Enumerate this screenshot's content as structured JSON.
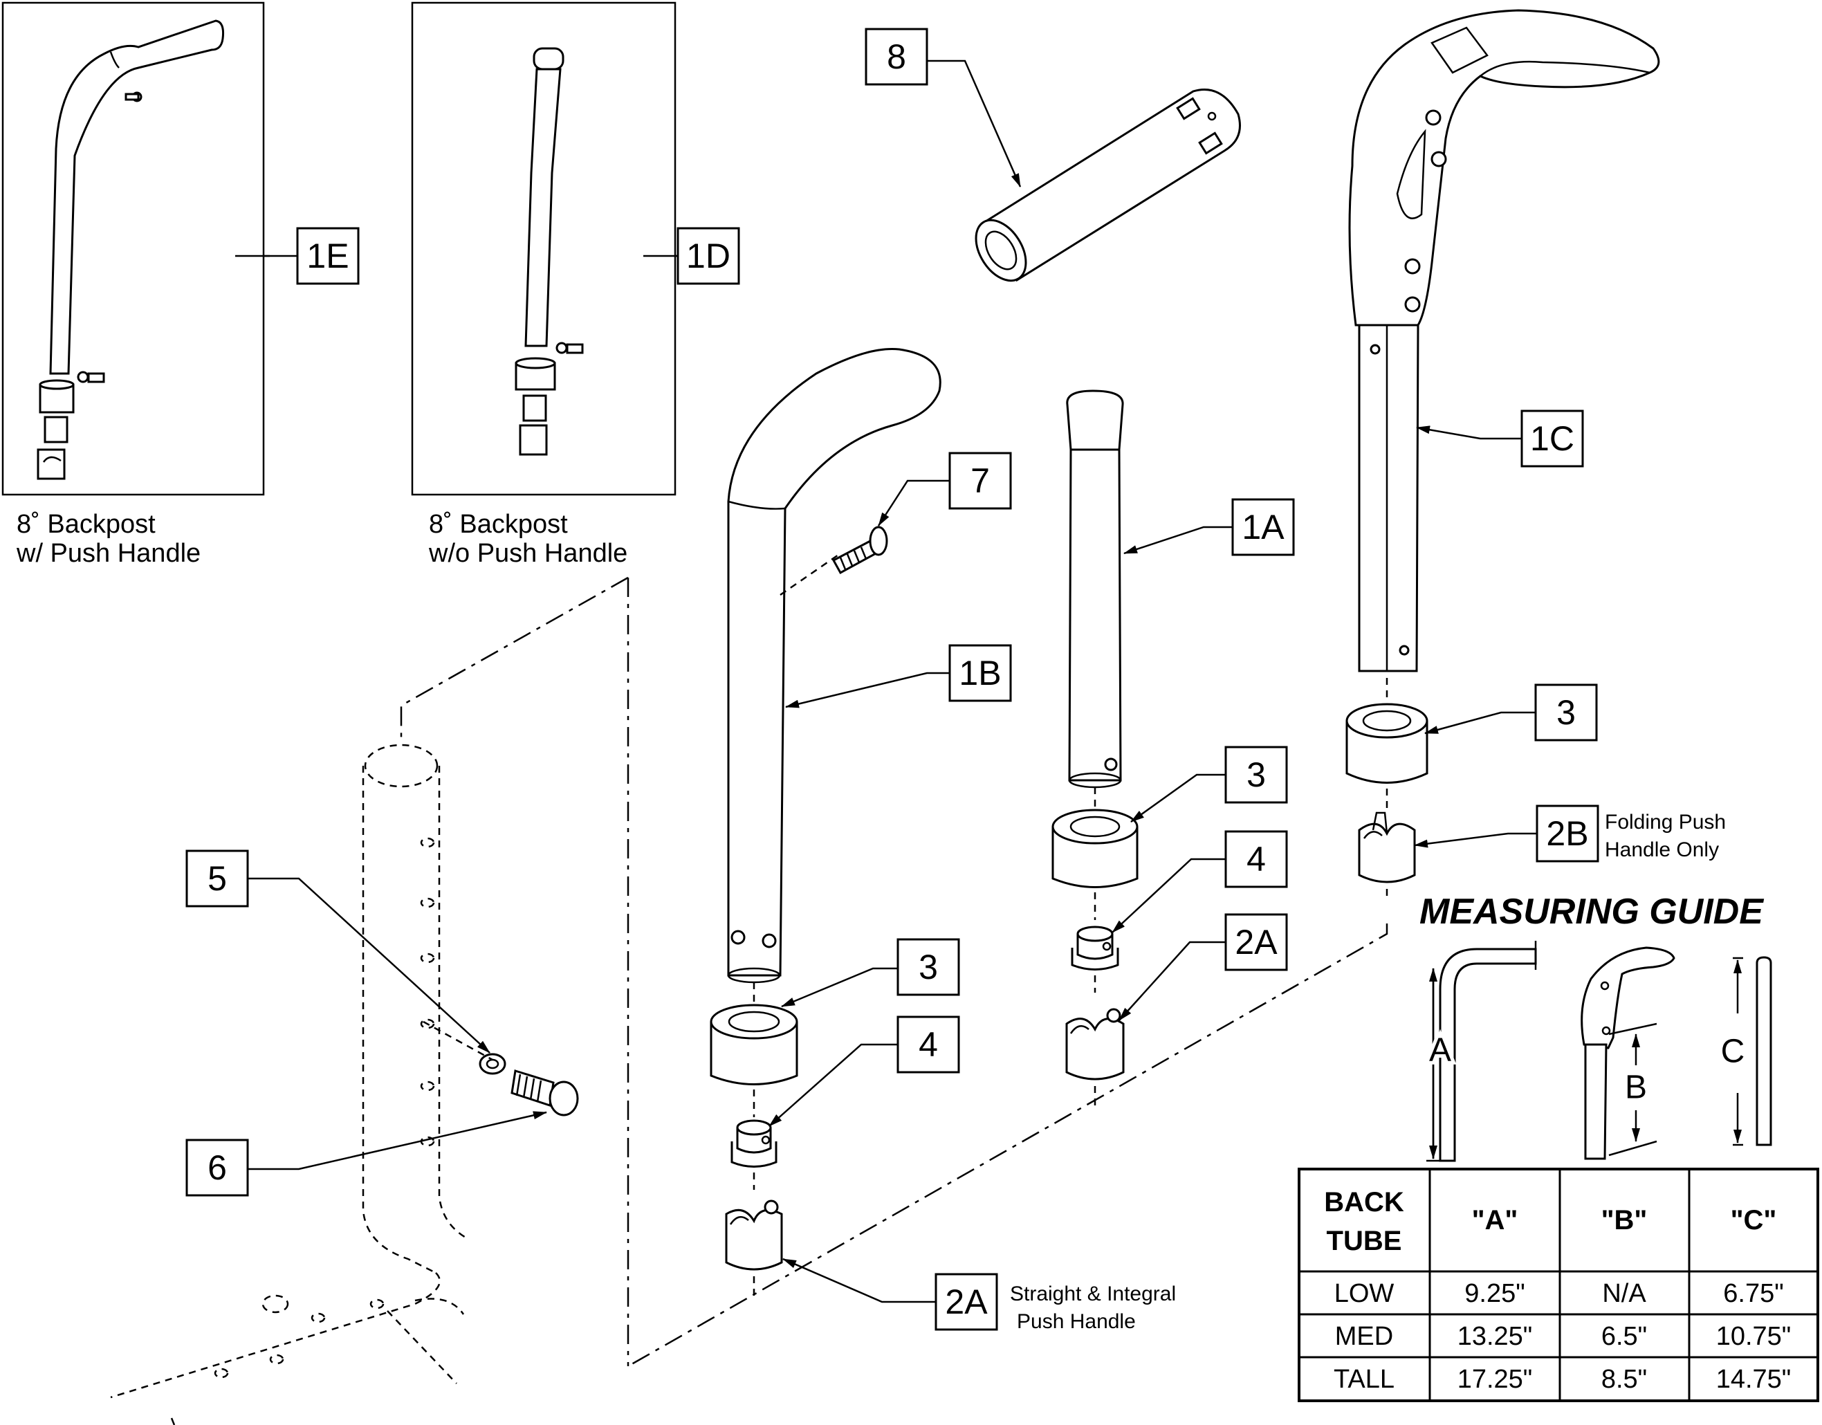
{
  "callouts": {
    "c1E": "1E",
    "c1D": "1D",
    "c8": "8",
    "c7": "7",
    "c1B": "1B",
    "c1A": "1A",
    "c1C": "1C",
    "c3_1B": "3",
    "c3_1A": "3",
    "c3_1C": "3",
    "c4_1B": "4",
    "c4_1A": "4",
    "c2A_1A": "2A",
    "c2A_1B": "2A",
    "c2B": "2B",
    "c5": "5",
    "c6": "6"
  },
  "notes": {
    "folding_line1": "Folding Push",
    "folding_line2": "Handle Only",
    "straight_line1": "Straight & Integral",
    "straight_line2": "Push Handle"
  },
  "insets": {
    "with_handle_line1": "8˚ Backpost",
    "with_handle_line2": "w/ Push Handle",
    "without_handle_line1": "8˚ Backpost",
    "without_handle_line2": "w/o Push Handle"
  },
  "measuring_guide": {
    "title": "MEASURING GUIDE",
    "dims": {
      "a": "A",
      "b": "B",
      "c": "C"
    },
    "header": {
      "back_line1": "BACK",
      "back_line2": "TUBE",
      "a": "\"A\"",
      "b": "\"B\"",
      "c": "\"C\""
    },
    "rows": [
      {
        "tube": "LOW",
        "a": "9.25\"",
        "b": "N/A",
        "c": "6.75\""
      },
      {
        "tube": "MED",
        "a": "13.25\"",
        "b": "6.5\"",
        "c": "10.75\""
      },
      {
        "tube": "TALL",
        "a": "17.25\"",
        "b": "8.5\"",
        "c": "14.75\""
      }
    ]
  }
}
